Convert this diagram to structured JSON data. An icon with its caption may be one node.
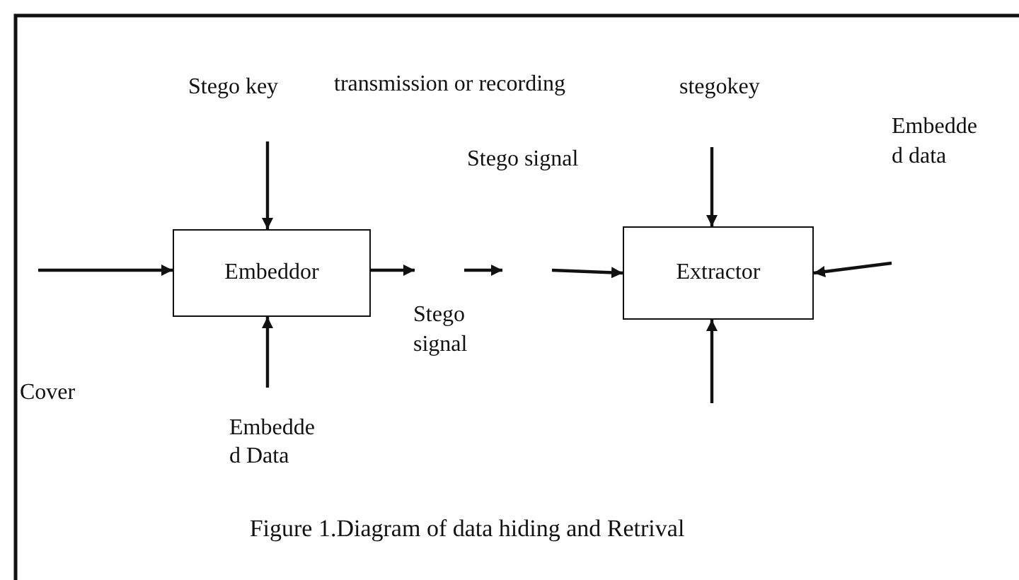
{
  "diagram": {
    "caption": "Figure 1.Diagram of data hiding and Retrival",
    "nodes": [
      {
        "text": [
          "Stego key"
        ]
      },
      {
        "text": [
          "Embeddor"
        ]
      },
      {
        "text": [
          "Embedde d Data"
        ]
      },
      {
        "text": [
          "stegokey"
        ]
      },
      {
        "text": [
          "Extractor"
        ]
      }
    ],
    "edges": [
      {
        "from": 0,
        "to": 1,
        "arrow": "to"
      },
      {
        "from": null,
        "to": 1,
        "arrow": "to"
      },
      {
        "from": 2,
        "to": 1,
        "arrow": "to"
      },
      {
        "from": 1,
        "to": null,
        "arrow": "to"
      },
      {
        "from": null,
        "to": 4,
        "arrow": "to"
      },
      {
        "from": 3,
        "to": 4,
        "arrow": "to"
      },
      {
        "from": null,
        "to": 4,
        "arrow": "to"
      },
      {
        "from": null,
        "to": 4,
        "arrow": "to"
      }
    ],
    "labels": [
      "transmission or recording",
      "Stego signal",
      "Embedde d data",
      "Stego signal",
      "Cover"
    ]
  }
}
